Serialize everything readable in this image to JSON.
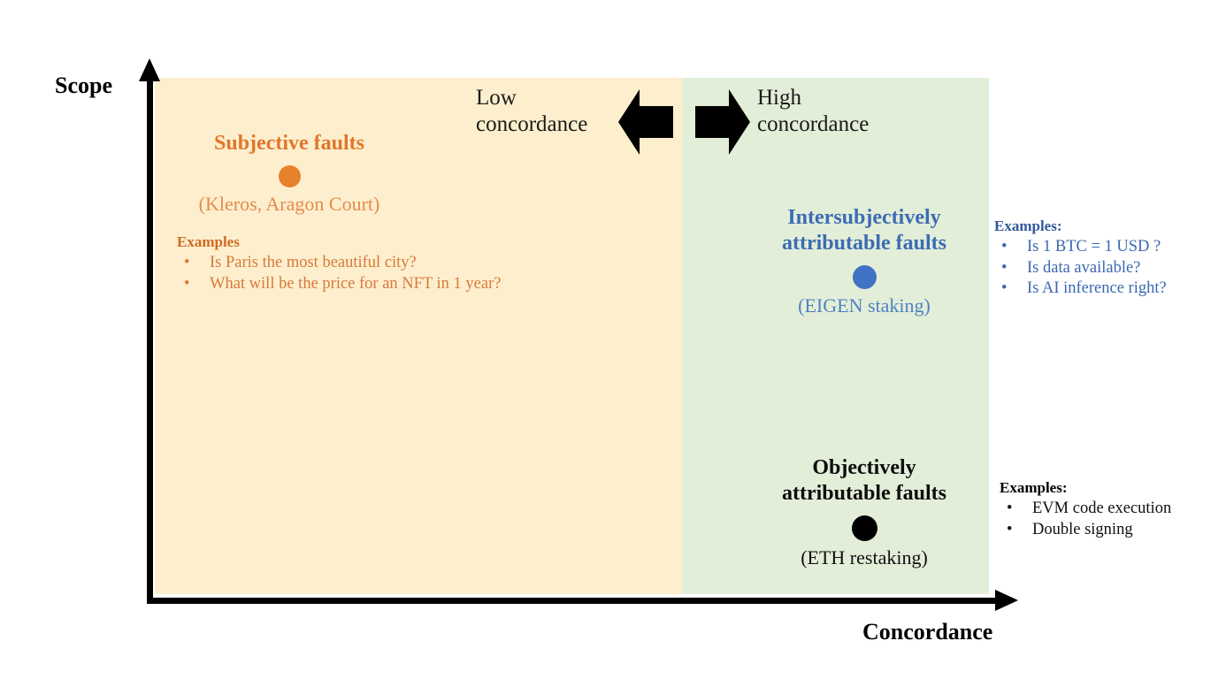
{
  "axes": {
    "y_label": "Scope",
    "x_label": "Concordance"
  },
  "directions": {
    "left": {
      "line1": "Low",
      "line2": "concordance",
      "icon": "arrow-left-icon"
    },
    "right": {
      "line1": "High",
      "line2": "concordance",
      "icon": "arrow-right-icon"
    }
  },
  "regions": {
    "low": {
      "color": "#FDEFCD"
    },
    "high": {
      "color": "#E3EED8"
    }
  },
  "groups": {
    "subjective": {
      "title": "Subjective faults",
      "subtitle": "(Kleros, Aragon Court)",
      "dot_color": "#E8812C",
      "text_color": "#E2762B"
    },
    "intersubjective": {
      "title_line1": "Intersubjectively",
      "title_line2": "attributable faults",
      "subtitle": "(EIGEN staking)",
      "dot_color": "#4272C4",
      "text_color": "#3C6CB4"
    },
    "objective": {
      "title_line1": "Objectively",
      "title_line2": "attributable faults",
      "subtitle": "(ETH restaking)",
      "dot_color": "#000000",
      "text_color": "#0d0d0d"
    }
  },
  "examples": {
    "subjective": {
      "heading": "Examples",
      "items": [
        "Is Paris the most beautiful city?",
        "What will be the price for an NFT in 1 year?"
      ]
    },
    "intersubjective": {
      "heading": "Examples:",
      "items": [
        "Is 1 BTC = 1 USD ?",
        "Is data available?",
        "Is AI inference right?"
      ]
    },
    "objective": {
      "heading": "Examples:",
      "items": [
        "EVM code execution",
        "Double signing"
      ]
    }
  },
  "chart_data": {
    "type": "scatter",
    "title": "",
    "xlabel": "Concordance",
    "ylabel": "Scope",
    "grid": false,
    "legend": "none",
    "annotations": [
      "Low concordance",
      "High concordance"
    ],
    "points": [
      {
        "label": "Subjective faults",
        "example": "(Kleros, Aragon Court)",
        "x": 0.15,
        "y": 0.8,
        "color": "#E8812C",
        "region": "Low concordance"
      },
      {
        "label": "Intersubjectively attributable faults",
        "example": "(EIGEN staking)",
        "x": 0.84,
        "y": 0.61,
        "color": "#4272C4",
        "region": "High concordance"
      },
      {
        "label": "Objectively attributable faults",
        "example": "(ETH restaking)",
        "x": 0.84,
        "y": 0.14,
        "color": "#000000",
        "region": "High concordance"
      }
    ]
  }
}
